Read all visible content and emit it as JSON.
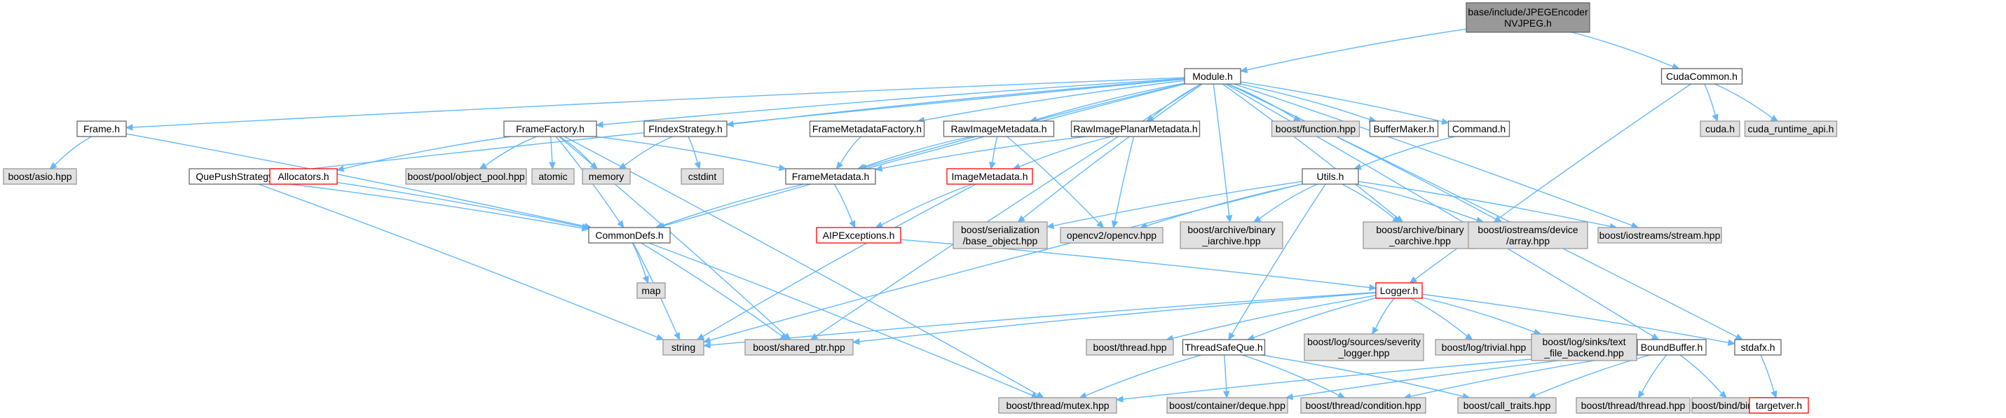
{
  "colors": {
    "edge": "#63b8ff",
    "root_fill": "#999999",
    "root_border": "#666666",
    "file_fill": "#ffffff",
    "file_border": "#666666",
    "system_fill": "#e0e0e0",
    "system_border": "#999999",
    "truncated_border": "#ff0000"
  },
  "nodes": [
    {
      "id": "root",
      "lines": [
        "base/include/JPEGEncoder",
        "NVJPEG.h"
      ],
      "kind": "root"
    },
    {
      "id": "module",
      "lines": [
        "Module.h"
      ],
      "kind": "file"
    },
    {
      "id": "cudacommon",
      "lines": [
        "CudaCommon.h"
      ],
      "kind": "file"
    },
    {
      "id": "frame",
      "lines": [
        "Frame.h"
      ],
      "kind": "file"
    },
    {
      "id": "framefactory",
      "lines": [
        "FrameFactory.h"
      ],
      "kind": "file"
    },
    {
      "id": "findex",
      "lines": [
        "FIndexStrategy.h"
      ],
      "kind": "file"
    },
    {
      "id": "fmdfactory",
      "lines": [
        "FrameMetadataFactory.h"
      ],
      "kind": "file"
    },
    {
      "id": "rawimgmeta",
      "lines": [
        "RawImageMetadata.h"
      ],
      "kind": "file"
    },
    {
      "id": "rawplanar",
      "lines": [
        "RawImagePlanarMetadata.h"
      ],
      "kind": "file"
    },
    {
      "id": "boostfunction",
      "lines": [
        "boost/function.hpp"
      ],
      "kind": "system"
    },
    {
      "id": "buffermaker",
      "lines": [
        "BufferMaker.h"
      ],
      "kind": "file"
    },
    {
      "id": "command",
      "lines": [
        "Command.h"
      ],
      "kind": "file"
    },
    {
      "id": "cudah",
      "lines": [
        "cuda.h"
      ],
      "kind": "system"
    },
    {
      "id": "cudart",
      "lines": [
        "cuda_runtime_api.h"
      ],
      "kind": "system"
    },
    {
      "id": "asio",
      "lines": [
        "boost/asio.hpp"
      ],
      "kind": "system"
    },
    {
      "id": "quepush",
      "lines": [
        "QuePushStrategy.h"
      ],
      "kind": "file"
    },
    {
      "id": "allocators",
      "lines": [
        "Allocators.h"
      ],
      "kind": "truncated"
    },
    {
      "id": "objpool",
      "lines": [
        "boost/pool/object_pool.hpp"
      ],
      "kind": "system"
    },
    {
      "id": "atomic",
      "lines": [
        "atomic"
      ],
      "kind": "system"
    },
    {
      "id": "memory",
      "lines": [
        "memory"
      ],
      "kind": "system"
    },
    {
      "id": "cstdint",
      "lines": [
        "cstdint"
      ],
      "kind": "system"
    },
    {
      "id": "framemetadata",
      "lines": [
        "FrameMetadata.h"
      ],
      "kind": "file"
    },
    {
      "id": "imagemetadata",
      "lines": [
        "ImageMetadata.h"
      ],
      "kind": "truncated"
    },
    {
      "id": "utils",
      "lines": [
        "Utils.h"
      ],
      "kind": "file"
    },
    {
      "id": "commondefs",
      "lines": [
        "CommonDefs.h"
      ],
      "kind": "file"
    },
    {
      "id": "aipexc",
      "lines": [
        "AIPExceptions.h"
      ],
      "kind": "truncated"
    },
    {
      "id": "serial",
      "lines": [
        "boost/serialization",
        "/base_object.hpp"
      ],
      "kind": "system"
    },
    {
      "id": "opencv",
      "lines": [
        "opencv2/opencv.hpp"
      ],
      "kind": "system"
    },
    {
      "id": "binaryi",
      "lines": [
        "boost/archive/binary",
        "_iarchive.hpp"
      ],
      "kind": "system"
    },
    {
      "id": "binaryo",
      "lines": [
        "boost/archive/binary",
        "_oarchive.hpp"
      ],
      "kind": "system"
    },
    {
      "id": "iosdevice",
      "lines": [
        "boost/iostreams/device",
        "/array.hpp"
      ],
      "kind": "system"
    },
    {
      "id": "iosstream",
      "lines": [
        "boost/iostreams/stream.hpp"
      ],
      "kind": "system"
    },
    {
      "id": "map",
      "lines": [
        "map"
      ],
      "kind": "system"
    },
    {
      "id": "logger",
      "lines": [
        "Logger.h"
      ],
      "kind": "truncated"
    },
    {
      "id": "string",
      "lines": [
        "string"
      ],
      "kind": "system"
    },
    {
      "id": "sharedptr",
      "lines": [
        "boost/shared_ptr.hpp"
      ],
      "kind": "system"
    },
    {
      "id": "boostthread",
      "lines": [
        "boost/thread.hpp"
      ],
      "kind": "system"
    },
    {
      "id": "tsq",
      "lines": [
        "ThreadSafeQue.h"
      ],
      "kind": "file"
    },
    {
      "id": "severity",
      "lines": [
        "boost/log/sources/severity",
        "_logger.hpp"
      ],
      "kind": "system"
    },
    {
      "id": "trivial",
      "lines": [
        "boost/log/trivial.hpp"
      ],
      "kind": "system"
    },
    {
      "id": "textfile",
      "lines": [
        "boost/log/sinks/text",
        "_file_backend.hpp"
      ],
      "kind": "system"
    },
    {
      "id": "stdafx",
      "lines": [
        "stdafx.h"
      ],
      "kind": "file"
    },
    {
      "id": "boundbuffer",
      "lines": [
        "BoundBuffer.h"
      ],
      "kind": "file"
    },
    {
      "id": "mutex",
      "lines": [
        "boost/thread/mutex.hpp"
      ],
      "kind": "system"
    },
    {
      "id": "deque",
      "lines": [
        "boost/container/deque.hpp"
      ],
      "kind": "system"
    },
    {
      "id": "condition",
      "lines": [
        "boost/thread/condition.hpp"
      ],
      "kind": "system"
    },
    {
      "id": "calltraits",
      "lines": [
        "boost/call_traits.hpp"
      ],
      "kind": "system"
    },
    {
      "id": "threadthread",
      "lines": [
        "boost/thread/thread.hpp"
      ],
      "kind": "system"
    },
    {
      "id": "bind",
      "lines": [
        "boost/bind/bind.hpp"
      ],
      "kind": "system"
    },
    {
      "id": "targetver",
      "lines": [
        "targetver.h"
      ],
      "kind": "truncated"
    }
  ],
  "edges": [
    [
      "root",
      "module"
    ],
    [
      "root",
      "cudacommon"
    ],
    [
      "module",
      "frame"
    ],
    [
      "module",
      "framefactory"
    ],
    [
      "module",
      "findex"
    ],
    [
      "module",
      "fmdfactory"
    ],
    [
      "module",
      "rawimgmeta"
    ],
    [
      "module",
      "rawplanar"
    ],
    [
      "module",
      "boostfunction"
    ],
    [
      "module",
      "buffermaker"
    ],
    [
      "module",
      "command"
    ],
    [
      "module",
      "quepush"
    ],
    [
      "module",
      "framemetadata"
    ],
    [
      "module",
      "commondefs"
    ],
    [
      "module",
      "serial"
    ],
    [
      "module",
      "binaryi"
    ],
    [
      "module",
      "binaryo"
    ],
    [
      "module",
      "iosdevice"
    ],
    [
      "module",
      "iosstream"
    ],
    [
      "module",
      "sharedptr"
    ],
    [
      "module",
      "boundbuffer"
    ],
    [
      "module",
      "stdafx"
    ],
    [
      "cudacommon",
      "cudah"
    ],
    [
      "cudacommon",
      "cudart"
    ],
    [
      "cudacommon",
      "logger"
    ],
    [
      "frame",
      "asio"
    ],
    [
      "frame",
      "commondefs"
    ],
    [
      "framefactory",
      "allocators"
    ],
    [
      "framefactory",
      "objpool"
    ],
    [
      "framefactory",
      "atomic"
    ],
    [
      "framefactory",
      "memory"
    ],
    [
      "framefactory",
      "framemetadata"
    ],
    [
      "framefactory",
      "commondefs"
    ],
    [
      "framefactory",
      "sharedptr"
    ],
    [
      "framefactory",
      "mutex"
    ],
    [
      "findex",
      "memory"
    ],
    [
      "findex",
      "cstdint"
    ],
    [
      "fmdfactory",
      "framemetadata"
    ],
    [
      "rawimgmeta",
      "framemetadata"
    ],
    [
      "rawimgmeta",
      "imagemetadata"
    ],
    [
      "rawimgmeta",
      "opencv"
    ],
    [
      "rawplanar",
      "framemetadata"
    ],
    [
      "rawplanar",
      "imagemetadata"
    ],
    [
      "rawplanar",
      "opencv"
    ],
    [
      "command",
      "utils"
    ],
    [
      "quepush",
      "commondefs"
    ],
    [
      "quepush",
      "string"
    ],
    [
      "allocators",
      "commondefs"
    ],
    [
      "framemetadata",
      "commondefs"
    ],
    [
      "framemetadata",
      "aipexc"
    ],
    [
      "imagemetadata",
      "aipexc"
    ],
    [
      "imagemetadata",
      "string"
    ],
    [
      "utils",
      "serial"
    ],
    [
      "utils",
      "opencv"
    ],
    [
      "utils",
      "binaryi"
    ],
    [
      "utils",
      "binaryo"
    ],
    [
      "utils",
      "iosdevice"
    ],
    [
      "utils",
      "iosstream"
    ],
    [
      "utils",
      "string"
    ],
    [
      "utils",
      "tsq"
    ],
    [
      "commondefs",
      "map"
    ],
    [
      "commondefs",
      "string"
    ],
    [
      "commondefs",
      "sharedptr"
    ],
    [
      "commondefs",
      "mutex"
    ],
    [
      "aipexc",
      "logger"
    ],
    [
      "logger",
      "string"
    ],
    [
      "logger",
      "sharedptr"
    ],
    [
      "logger",
      "boostthread"
    ],
    [
      "logger",
      "tsq"
    ],
    [
      "logger",
      "severity"
    ],
    [
      "logger",
      "trivial"
    ],
    [
      "logger",
      "textfile"
    ],
    [
      "logger",
      "stdafx"
    ],
    [
      "tsq",
      "mutex"
    ],
    [
      "tsq",
      "deque"
    ],
    [
      "tsq",
      "condition"
    ],
    [
      "tsq",
      "calltraits"
    ],
    [
      "boundbuffer",
      "mutex"
    ],
    [
      "boundbuffer",
      "deque"
    ],
    [
      "boundbuffer",
      "condition"
    ],
    [
      "boundbuffer",
      "calltraits"
    ],
    [
      "boundbuffer",
      "threadthread"
    ],
    [
      "boundbuffer",
      "bind"
    ],
    [
      "stdafx",
      "targetver"
    ]
  ]
}
